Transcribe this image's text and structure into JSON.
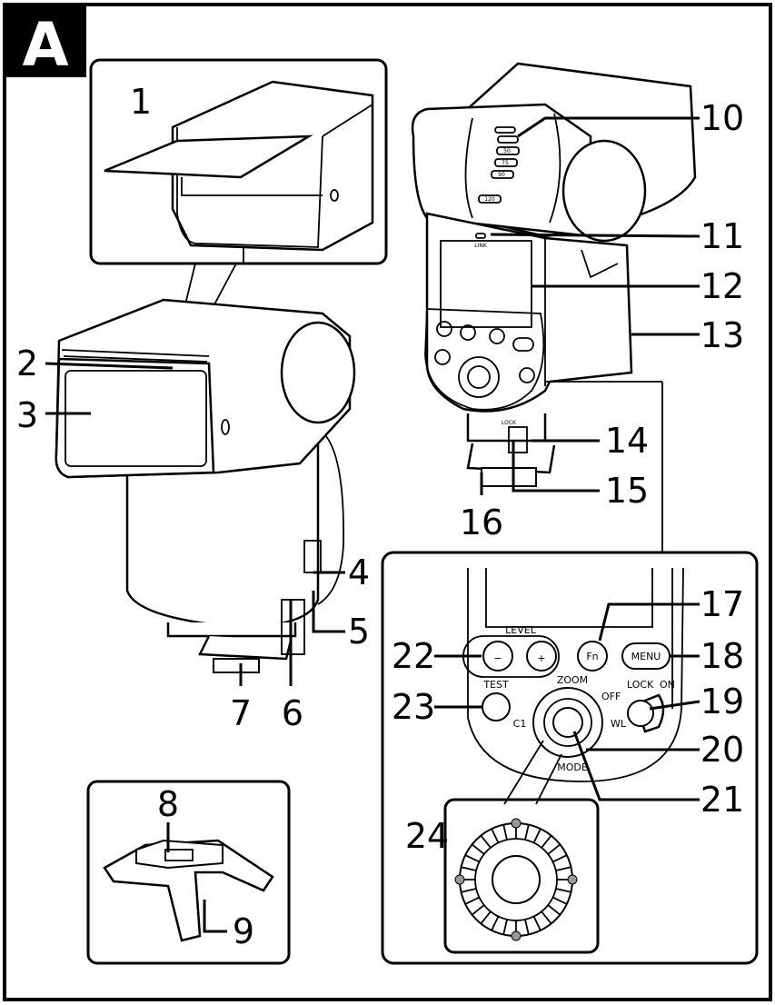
{
  "panel_label": "A",
  "callouts": [
    "1",
    "2",
    "3",
    "4",
    "5",
    "6",
    "7",
    "8",
    "9",
    "10",
    "11",
    "12",
    "13",
    "14",
    "15",
    "16",
    "17",
    "18",
    "19",
    "20",
    "21",
    "22",
    "23",
    "24"
  ],
  "device_markings": {
    "link": "LINK",
    "zoom_scale": [
      "50",
      "75",
      "90",
      "120"
    ],
    "level": "LEVEL",
    "zoom": "ZOOM",
    "test": "TEST",
    "fn": "Fn",
    "menu": "MENU",
    "lock": "LOCK",
    "on": "ON",
    "off": "OFF",
    "wl": "WL",
    "c1": "C1",
    "mode": "MODE",
    "foot_lock": "LOCK",
    "minus": "−",
    "plus": "+"
  }
}
